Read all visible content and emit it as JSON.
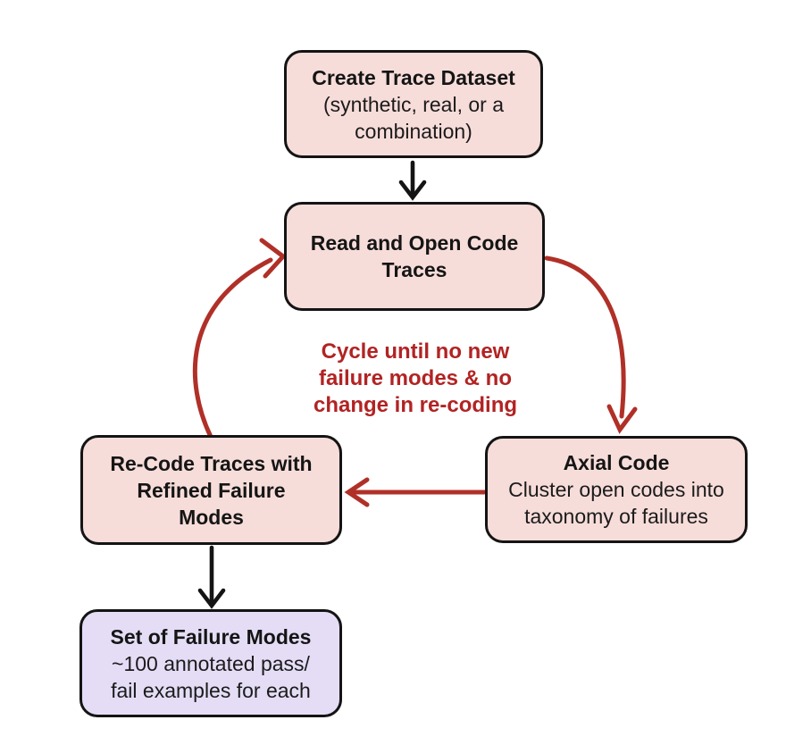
{
  "colors": {
    "node_pink": "#f7ddda",
    "node_purple": "#e5ddf6",
    "outline": "#141414",
    "arrow_red": "#b03028",
    "note_red": "#b22323",
    "bg": "#ffffff"
  },
  "nodes": [
    {
      "id": "create-trace-dataset",
      "title": "Create Trace Dataset",
      "subtitle": "(synthetic, real, or a\ncombination)"
    },
    {
      "id": "read-and-open-code-traces",
      "title": "Read and Open Code\nTraces",
      "subtitle": ""
    },
    {
      "id": "axial-code",
      "title": "Axial Code",
      "subtitle": "Cluster open codes into\ntaxonomy of failures"
    },
    {
      "id": "recode-traces",
      "title": "Re-Code Traces with\nRefined Failure\nModes",
      "subtitle": ""
    },
    {
      "id": "set-of-failure-modes",
      "title": "Set of Failure Modes",
      "subtitle": "~100 annotated pass/\nfail examples for each"
    }
  ],
  "cycle_note": {
    "text": "Cycle until no new\nfailure modes & no\nchange in re-coding"
  },
  "arrows": [
    {
      "id": "create-to-read",
      "color": "black"
    },
    {
      "id": "read-to-axial",
      "color": "red"
    },
    {
      "id": "axial-to-recode",
      "color": "red"
    },
    {
      "id": "recode-to-read",
      "color": "red"
    },
    {
      "id": "recode-to-set",
      "color": "black"
    }
  ]
}
